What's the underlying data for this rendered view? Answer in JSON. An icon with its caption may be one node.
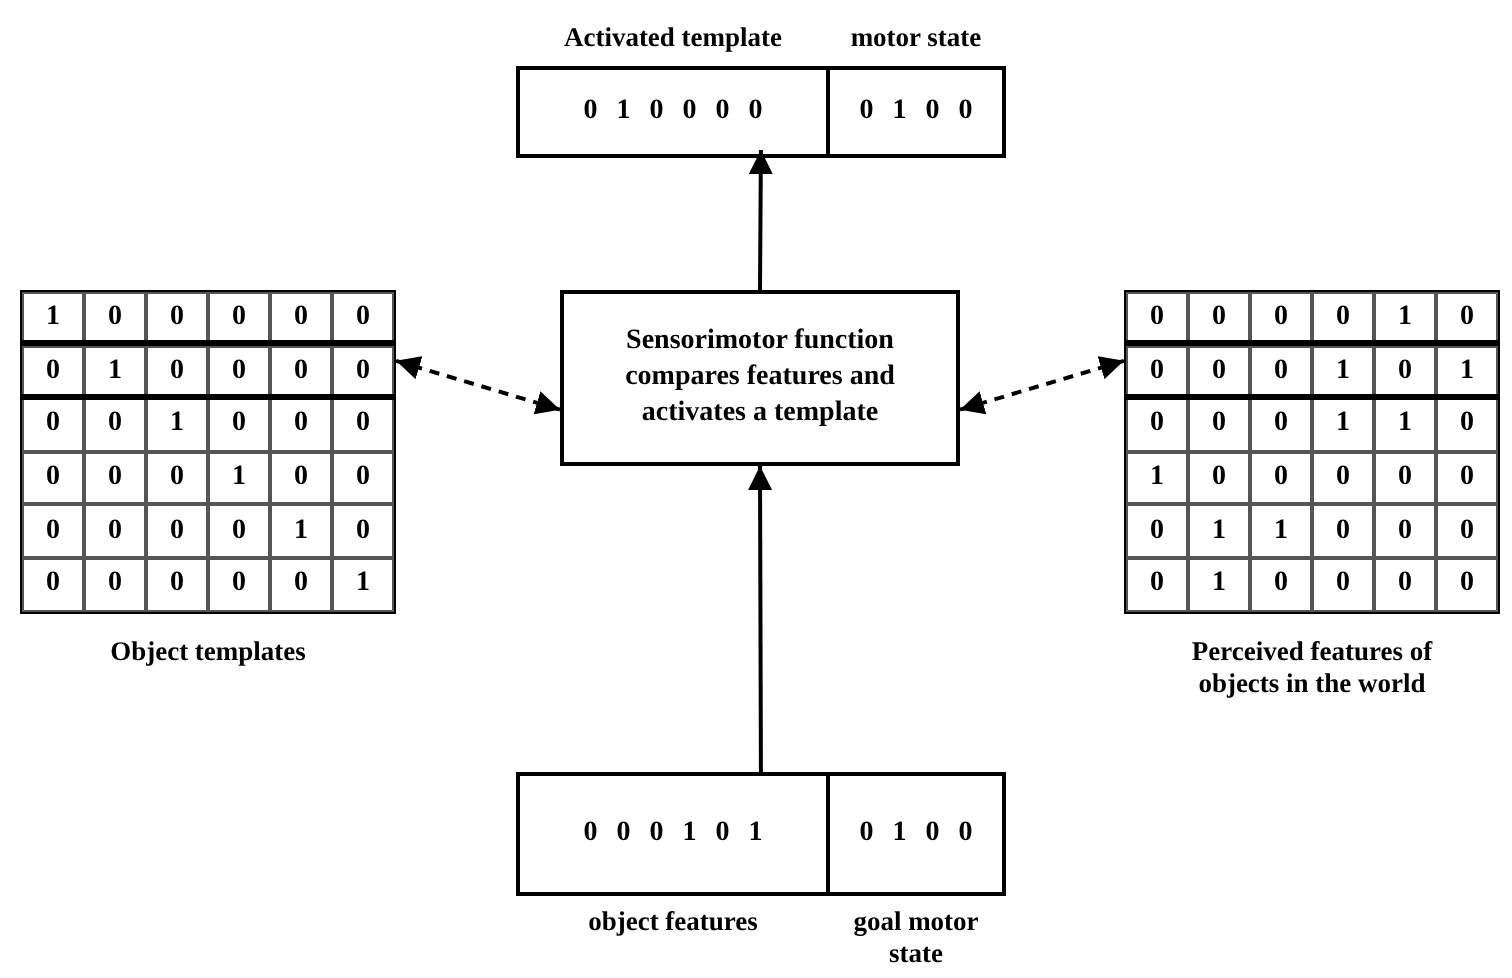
{
  "diagram": {
    "nodes": [
      {
        "text": [
          "Activated template",
          "0 1 0 0 0 0"
        ]
      },
      {
        "text": [
          "motor state",
          "0 1 0 0"
        ]
      },
      {
        "text": [
          "Object templates"
        ]
      },
      {
        "text": [
          "Sensorimotor function compares features and activates a template"
        ]
      },
      {
        "text": [
          "Perceived features of objects in the world"
        ]
      },
      {
        "text": [
          "0 0 0 1 0 1",
          "object features"
        ]
      },
      {
        "text": [
          "0 1 0 0",
          "goal motor state"
        ]
      }
    ],
    "edges": [
      {
        "from": 3,
        "to": 0,
        "arrow": "to"
      },
      {
        "from": 3,
        "to": 2,
        "arrow": "both",
        "style": "dashed"
      },
      {
        "from": 3,
        "to": 4,
        "arrow": "both",
        "style": "dashed"
      },
      {
        "from": 5,
        "to": 3,
        "arrow": "to"
      }
    ],
    "labels": [
      "1",
      "0",
      "0",
      "0",
      "0",
      "0",
      "0",
      "1",
      "0",
      "0",
      "0",
      "0",
      "0",
      "0",
      "1",
      "0",
      "0",
      "0",
      "0",
      "0",
      "0",
      "1",
      "0",
      "0",
      "0",
      "0",
      "0",
      "0",
      "1",
      "0",
      "0",
      "0",
      "0",
      "0",
      "0",
      "1",
      "0",
      "0",
      "0",
      "0",
      "1",
      "0",
      "0",
      "0",
      "0",
      "1",
      "0",
      "1",
      "0",
      "0",
      "0",
      "1",
      "1",
      "0",
      "1",
      "0",
      "0",
      "0",
      "0",
      "0",
      "0",
      "1",
      "1",
      "0",
      "0",
      "0",
      "0",
      "1",
      "0",
      "0",
      "0",
      "0"
    ]
  }
}
